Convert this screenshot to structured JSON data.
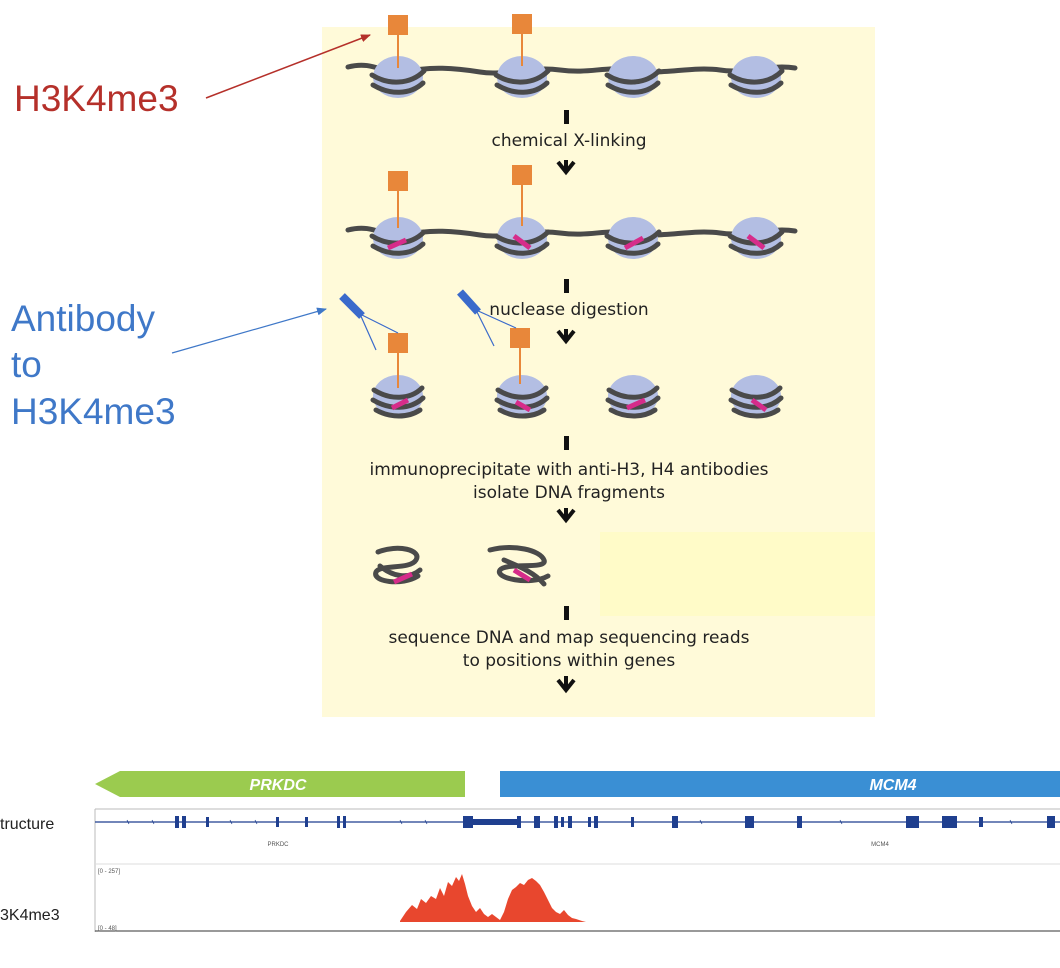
{
  "annotations": {
    "mark_label": "H3K4me3",
    "antibody_label_lines": [
      "Antibody",
      "to",
      "H3K4me3"
    ]
  },
  "steps": [
    {
      "lines": [
        "chemical X-linking"
      ]
    },
    {
      "lines": [
        "nuclease digestion"
      ]
    },
    {
      "lines": [
        "immunoprecipitate with anti-H3, H4 antibodies",
        "isolate DNA fragments"
      ]
    },
    {
      "lines": [
        "sequence DNA and map sequencing reads",
        "to positions within genes"
      ]
    }
  ],
  "browser": {
    "genes": [
      {
        "name": "PRKDC",
        "direction": "left"
      },
      {
        "name": "MCM4",
        "direction": "right"
      }
    ],
    "tracks": {
      "structure_label": "tructure",
      "chip_label": "3K4me3"
    },
    "small_gene_labels": [
      "PRKDC",
      "MCM4"
    ],
    "scale_labels": [
      "[0 - 257]",
      "[0 - 48]"
    ]
  },
  "colors": {
    "panel_bg": "#FFFAD9",
    "inset_bg": "#FFFBC8",
    "nucleosome": "#B3BEE3",
    "dna": "#4A4A4A",
    "mark": "#E8873A",
    "crosslink": "#D62C8A",
    "antibody": "#3A6ACB",
    "mark_arrow": "#B5302A",
    "antibody_arrow": "#3F78C8",
    "prkdc_bar": "#9BCB4F",
    "mcm4_bar": "#3A8FD4",
    "gene_structure": "#1F3F8F",
    "chip_peak": "#E8472E"
  }
}
